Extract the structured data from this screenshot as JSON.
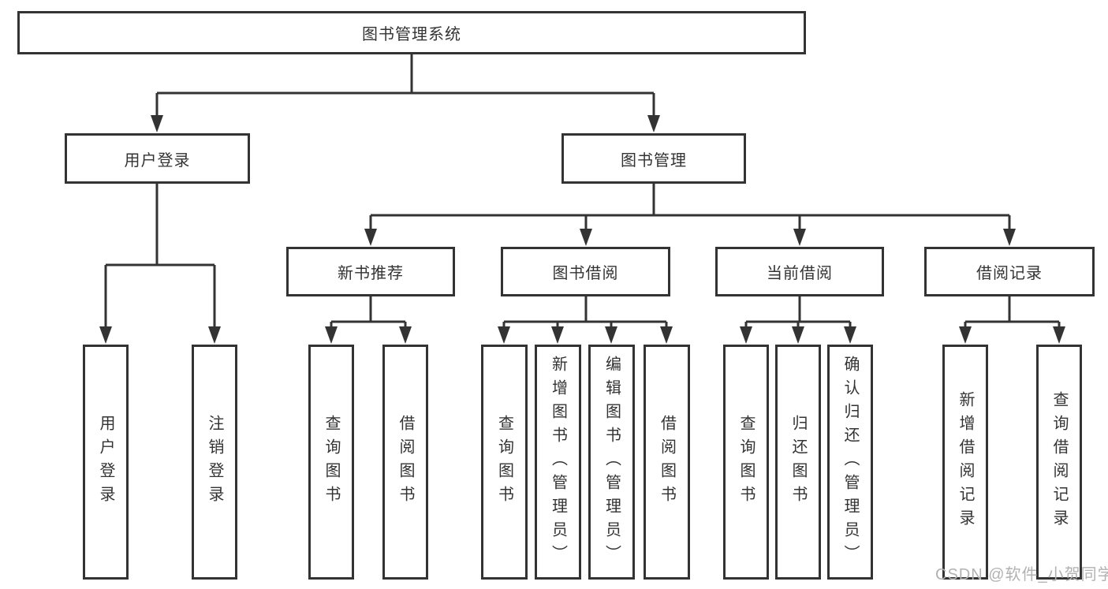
{
  "diagram_type": "tree",
  "colors": {
    "background": "#ffffff",
    "line": "#333333",
    "box_border": "#333333",
    "text": "#333333",
    "watermark": "#b2b2b2"
  },
  "nodes": {
    "root": {
      "label": "图书管理系统"
    },
    "level2": [
      {
        "label": "用户登录",
        "parent": "图书管理系统"
      },
      {
        "label": "图书管理",
        "parent": "图书管理系统"
      }
    ],
    "level3": [
      {
        "label": "新书推荐",
        "parent": "图书管理"
      },
      {
        "label": "图书借阅",
        "parent": "图书管理"
      },
      {
        "label": "当前借阅",
        "parent": "图书管理"
      },
      {
        "label": "借阅记录",
        "parent": "图书管理"
      }
    ],
    "leaves": [
      {
        "label": "用户登录",
        "parent": "用户登录"
      },
      {
        "label": "注销登录",
        "parent": "用户登录"
      },
      {
        "label": "查询图书",
        "parent": "新书推荐"
      },
      {
        "label": "借阅图书",
        "parent": "新书推荐"
      },
      {
        "label": "查询图书",
        "parent": "图书借阅"
      },
      {
        "label": "新增图书（管理员）",
        "parent": "图书借阅"
      },
      {
        "label": "编辑图书（管理员）",
        "parent": "图书借阅"
      },
      {
        "label": "借阅图书",
        "parent": "图书借阅"
      },
      {
        "label": "查询图书",
        "parent": "当前借阅"
      },
      {
        "label": "归还图书",
        "parent": "当前借阅"
      },
      {
        "label": "确认归还（管理员）",
        "parent": "当前借阅"
      },
      {
        "label": "新增借阅记录",
        "parent": "借阅记录"
      },
      {
        "label": "查询借阅记录",
        "parent": "借阅记录"
      }
    ]
  },
  "watermark": {
    "text": "CSDN @软件_小贺同学"
  }
}
